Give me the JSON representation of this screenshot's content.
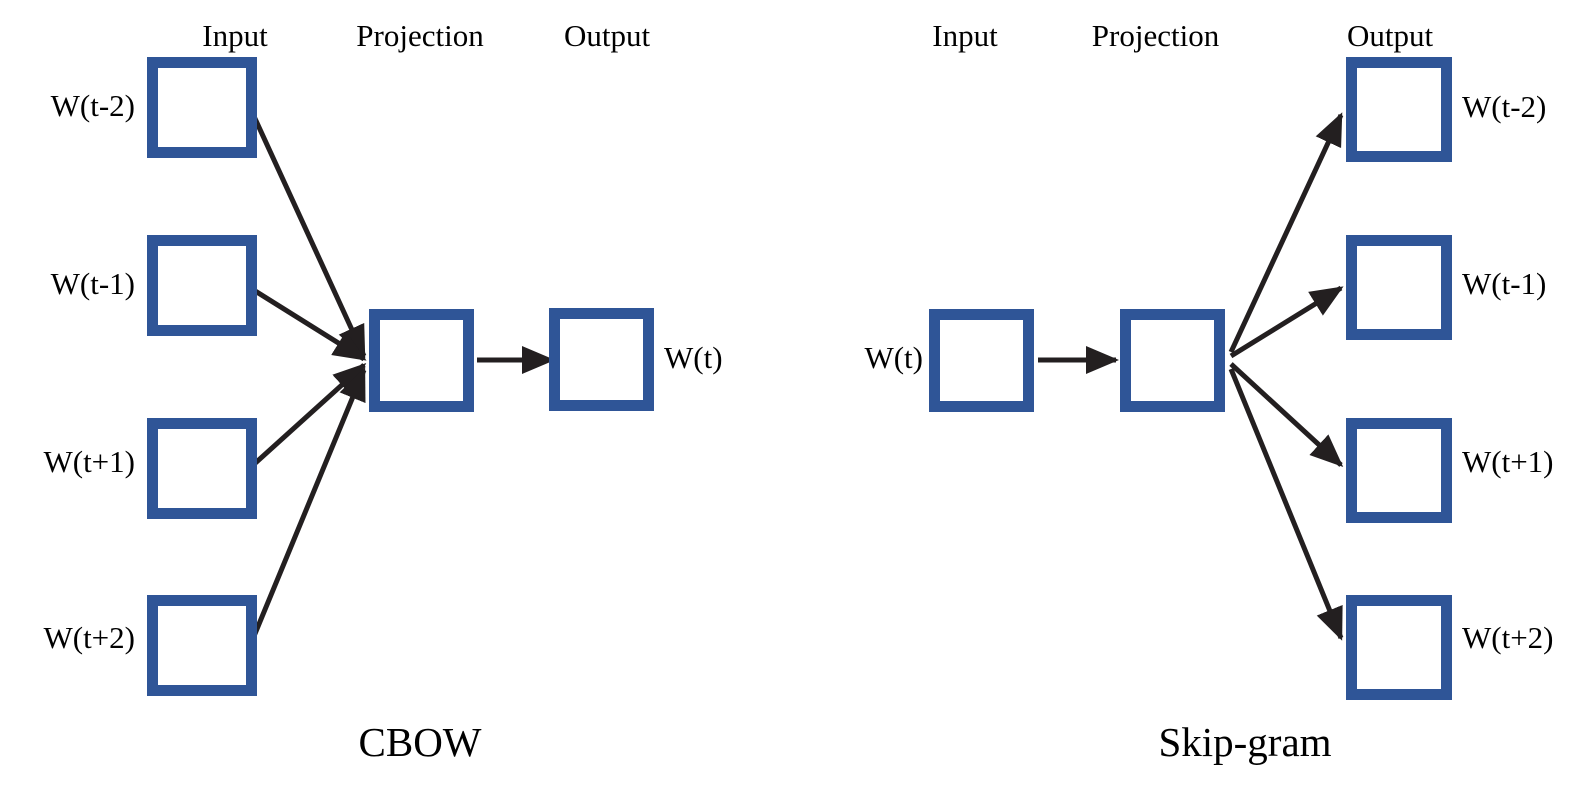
{
  "diagram": {
    "title_left": "CBOW",
    "title_right": "Skip-gram",
    "accent_color": "#2F5597",
    "line_color": "#231F20",
    "background": "#FFFFFF"
  },
  "cbow": {
    "headers": {
      "input": "Input",
      "projection": "Projection",
      "output": "Output"
    },
    "input_nodes": [
      {
        "label": "W(t-2)"
      },
      {
        "label": "W(t-1)"
      },
      {
        "label": "W(t+1)"
      },
      {
        "label": "W(t+2)"
      }
    ],
    "projection_node": {
      "label": ""
    },
    "output_node": {
      "label": "W(t)"
    },
    "caption": "CBOW"
  },
  "skipgram": {
    "headers": {
      "input": "Input",
      "projection": "Projection",
      "output": "Output"
    },
    "input_node": {
      "label": "W(t)"
    },
    "projection_node": {
      "label": ""
    },
    "output_nodes": [
      {
        "label": "W(t-2)"
      },
      {
        "label": "W(t-1)"
      },
      {
        "label": "W(t+1)"
      },
      {
        "label": "W(t+2)"
      }
    ],
    "caption": "Skip-gram"
  }
}
